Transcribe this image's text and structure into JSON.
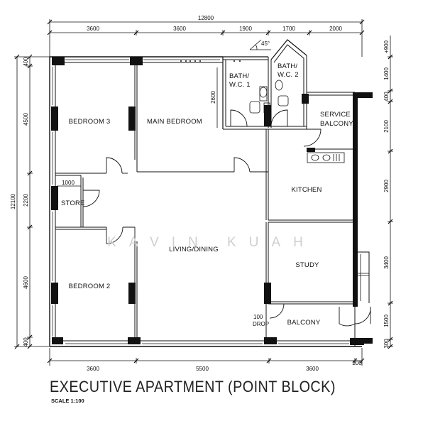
{
  "plan": {
    "title": "EXECUTIVE APARTMENT (POINT BLOCK)",
    "scale": "SCALE 1:100",
    "watermark": "KAVIN KUAH",
    "angle": "45°",
    "rooms": {
      "bedroom3": "BEDROOM 3",
      "main_bedroom": "MAIN BEDROOM",
      "bath1_a": "BATH/",
      "bath1_b": "W.C. 1",
      "bath2_a": "BATH/",
      "bath2_b": "W.C. 2",
      "service_balcony_a": "SERVICE",
      "service_balcony_b": "BALCONY",
      "kitchen": "KITCHEN",
      "store": "STORE",
      "living_dining": "LIVING/DINING",
      "study": "STUDY",
      "bedroom2": "BEDROOM 2",
      "balcony": "BALCONY",
      "drop_a": "100",
      "drop_b": "DROP"
    },
    "dimensions": {
      "overall_width": "12800",
      "top": [
        "3600",
        "3600",
        "1900",
        "1700",
        "2000"
      ],
      "bottom": [
        "3600",
        "5500",
        "3600",
        "200"
      ],
      "overall_height": "12100",
      "left": [
        "400",
        "4500",
        "2200",
        "4600",
        "400"
      ],
      "right": [
        "+900",
        "1400",
        "400",
        "2100",
        "2900",
        "3400",
        "1500",
        "300"
      ],
      "inner_bath": "2600",
      "store_width": "1000"
    }
  }
}
